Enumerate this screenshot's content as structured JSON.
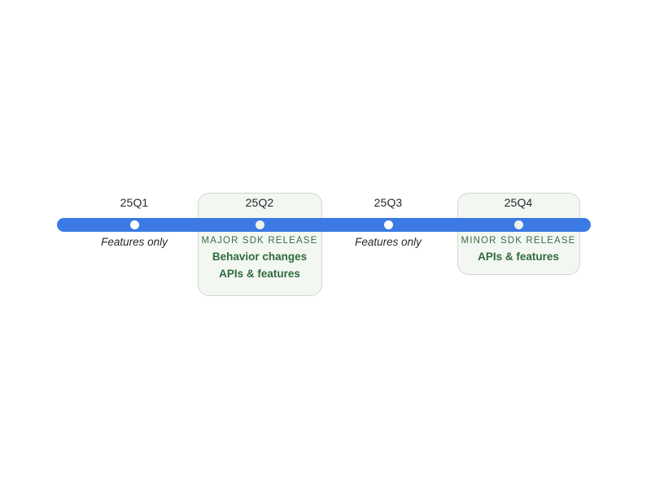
{
  "figure": {
    "type": "timeline",
    "orientation": "horizontal",
    "colors": {
      "bar": "#3b7ae4",
      "dot": "#ffffff",
      "card_background": "#f3f7f2",
      "card_border": "#cfd9cd",
      "release_heading_text": "#3d6b45",
      "release_body_text": "#2f6b3d",
      "quarter_label_text": "#27282b",
      "page_background": "#ffffff"
    }
  },
  "milestones": [
    {
      "id": "q1",
      "quarter_label": "25Q1",
      "highlighted": false,
      "note": "Features only",
      "heading": "",
      "lines": []
    },
    {
      "id": "q2",
      "quarter_label": "25Q2",
      "highlighted": true,
      "note": "",
      "heading": "MAJOR SDK RELEASE",
      "lines": [
        "Behavior changes",
        "APIs & features"
      ]
    },
    {
      "id": "q3",
      "quarter_label": "25Q3",
      "highlighted": false,
      "note": "Features only",
      "heading": "",
      "lines": []
    },
    {
      "id": "q4",
      "quarter_label": "25Q4",
      "highlighted": true,
      "note": "",
      "heading": "MINOR SDK RELEASE",
      "lines": [
        "APIs & features"
      ]
    }
  ]
}
